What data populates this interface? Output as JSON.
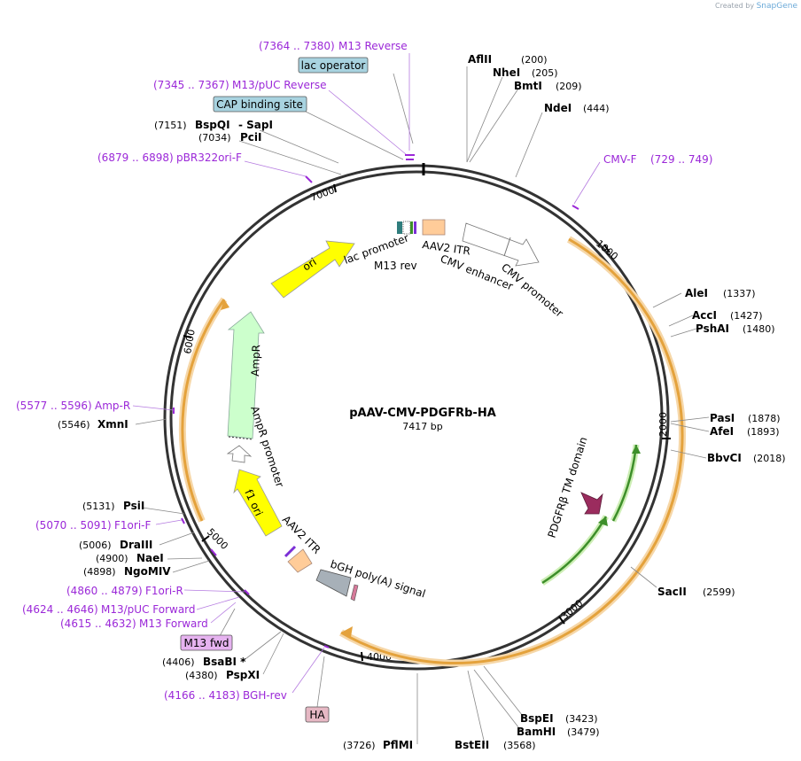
{
  "watermark": {
    "prefix": "Created by",
    "brand": "SnapGene"
  },
  "plasmid": {
    "name": "pAAV-CMV-PDGFRb-HA",
    "length_label": "7417 bp",
    "length": 7417
  },
  "ticks": [
    "1000",
    "2000",
    "3000",
    "4000",
    "5000",
    "6000",
    "7000"
  ],
  "sites_right": [
    {
      "name": "AflII",
      "pos": "(200)"
    },
    {
      "name": "NheI",
      "pos": "(205)"
    },
    {
      "name": "BmtI",
      "pos": "(209)"
    },
    {
      "name": "NdeI",
      "pos": "(444)"
    },
    {
      "name": "AleI",
      "pos": "(1337)"
    },
    {
      "name": "AccI",
      "pos": "(1427)"
    },
    {
      "name": "PshAI",
      "pos": "(1480)"
    },
    {
      "name": "PasI",
      "pos": "(1878)"
    },
    {
      "name": "AfeI",
      "pos": "(1893)"
    },
    {
      "name": "BbvCI",
      "pos": "(2018)"
    },
    {
      "name": "SacII",
      "pos": "(2599)"
    },
    {
      "name": "BspEI",
      "pos": "(3423)"
    },
    {
      "name": "BamHI",
      "pos": "(3479)"
    },
    {
      "name": "BstEII",
      "pos": "(3568)"
    },
    {
      "name": "PflMI",
      "pos": "(3726)"
    }
  ],
  "sites_left": [
    {
      "name": "BspQI",
      "pos": "(7151)",
      "extra": "- SapI"
    },
    {
      "name": "PciI",
      "pos": "(7034)"
    },
    {
      "name": "XmnI",
      "pos": "(5546)"
    },
    {
      "name": "PsiI",
      "pos": "(5131)"
    },
    {
      "name": "DraIII",
      "pos": "(5006)"
    },
    {
      "name": "NaeI",
      "pos": "(4900)"
    },
    {
      "name": "NgoMIV",
      "pos": "(4898)"
    },
    {
      "name": "BsaBI *",
      "pos": "(4406)"
    },
    {
      "name": "PspXI",
      "pos": "(4380)"
    }
  ],
  "primers": [
    {
      "range": "(7364 .. 7380)",
      "name": "M13 Reverse"
    },
    {
      "range": "(7345 .. 7367)",
      "name": "M13/pUC Reverse"
    },
    {
      "range": "(6879 .. 6898)",
      "name": "pBR322ori-F"
    },
    {
      "range": "(729 .. 749)",
      "name": "CMV-F"
    },
    {
      "range": "(5577 .. 5596)",
      "name": "Amp-R"
    },
    {
      "range": "(5070 .. 5091)",
      "name": "F1ori-F"
    },
    {
      "range": "(4860 .. 4879)",
      "name": "F1ori-R"
    },
    {
      "range": "(4624 .. 4646)",
      "name": "M13/pUC Forward"
    },
    {
      "range": "(4615 .. 4632)",
      "name": "M13 Forward"
    },
    {
      "range": "(4166 .. 4183)",
      "name": "BGH-rev"
    }
  ],
  "boxed_labels": [
    {
      "text": "lac operator",
      "fill": "#a8d3e0"
    },
    {
      "text": "CAP binding site",
      "fill": "#a8d3e0"
    },
    {
      "text": "M13 fwd",
      "fill": "#e6b3f0"
    },
    {
      "text": "HA",
      "fill": "#e6b8c4"
    }
  ],
  "features": [
    "ori",
    "lac promoter",
    "M13 rev",
    "AAV2 ITR",
    "CMV enhancer",
    "CMV promoter",
    "AmpR",
    "AmpR promoter",
    "f1 ori",
    "AAV2 ITR",
    "bGH poly(A) signal",
    "PDGFRβ TM domain"
  ],
  "colors": {
    "ori": "#ffff00",
    "amp": "#ccffcc",
    "itr": "#ffcc99",
    "cmv": "#ffffff",
    "orange": "#e4a23c",
    "green": "#3d8f2a",
    "pdgfr": "#9b2c5e",
    "bgh": "#a7b0b8",
    "primer": "#9b28d8"
  }
}
